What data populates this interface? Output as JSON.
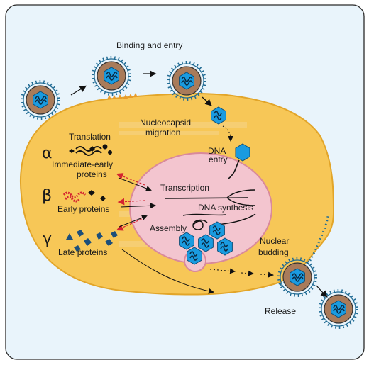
{
  "labels": {
    "binding_entry": "Binding and entry",
    "nucleocapsid_line1": "Nucleocapsid",
    "nucleocapsid_line2": "migration",
    "translation": "Translation",
    "alpha": "α",
    "immediate_early_line1": "Immediate-early",
    "immediate_early_line2": "proteins",
    "beta": "β",
    "early_proteins": "Early proteins",
    "gamma": "γ",
    "late_proteins": "Late proteins",
    "dna_entry_line1": "DNA",
    "dna_entry_line2": "entry",
    "transcription": "Transcription",
    "dna_synthesis": "DNA synthesis",
    "assembly": "Assembly",
    "nuclear_budding_line1": "Nuclear",
    "nuclear_budding_line2": "budding",
    "release": "Release"
  },
  "colors": {
    "frame_bg": "#e9f4fb",
    "frame_border": "#2a2a2a",
    "cell_fill": "#f7c757",
    "cell_border": "#e2a529",
    "nucleus_fill": "#f3c5cf",
    "nucleus_border": "#d9899b",
    "capsid": "#1a9be0",
    "virion_core": "#a97b5a",
    "spike": "#1f6a93",
    "red_protein": "#d42430",
    "navy_protein": "#1d4f7a"
  },
  "icons": {
    "virion": "virion-icon",
    "capsid": "hexagon-capsid-icon",
    "dna": "dna-coil-icon"
  }
}
